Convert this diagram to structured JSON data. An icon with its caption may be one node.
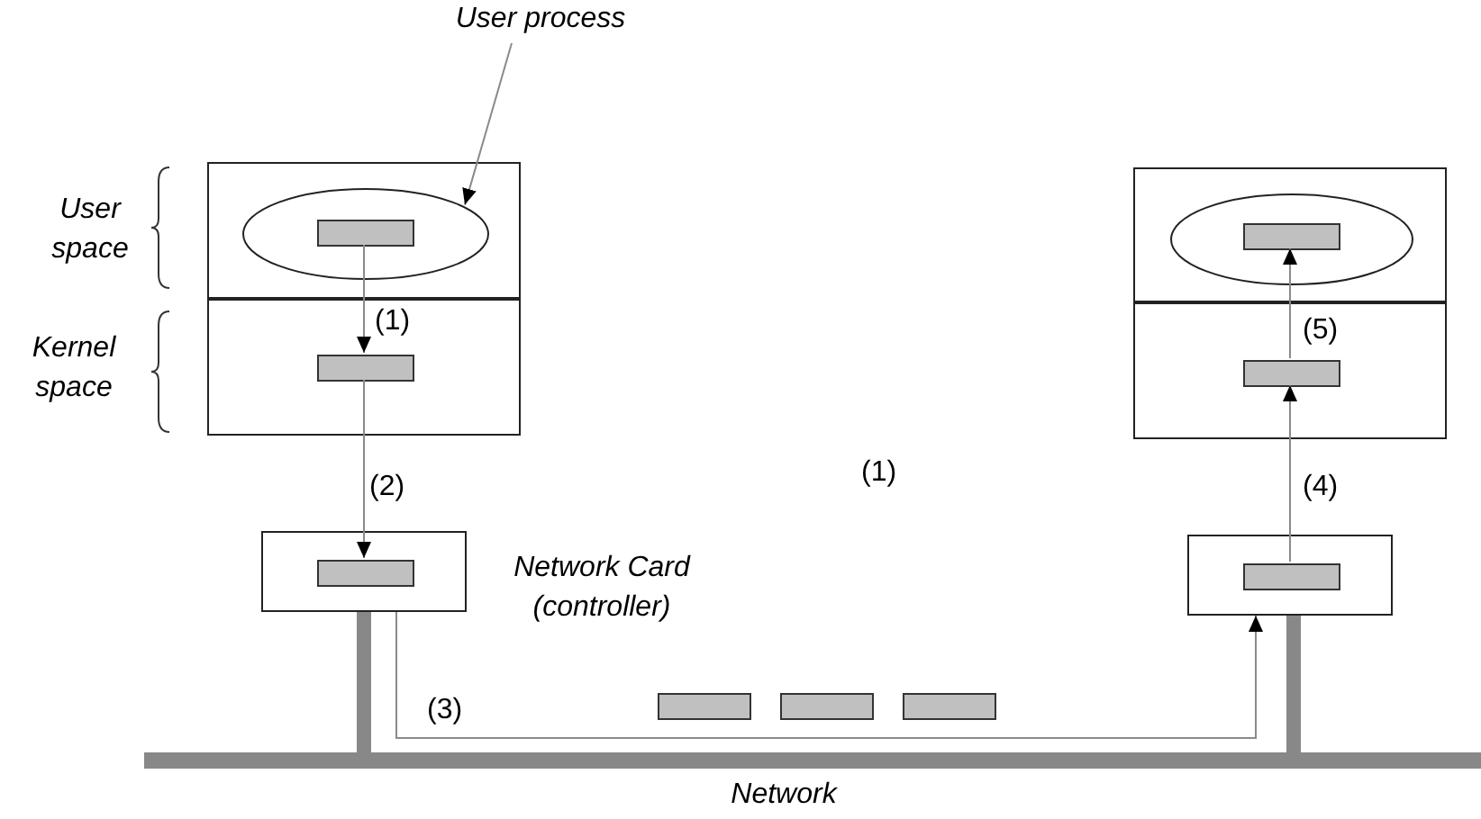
{
  "diagram": {
    "nodes": [
      {
        "text": [
          "User process"
        ]
      },
      {
        "text": [],
        "shape": "box",
        "beside": [
          "User space"
        ]
      },
      {
        "text": [],
        "shape": "ellipse",
        "in": 1
      },
      {
        "text": [],
        "shape": "bar",
        "in": 2
      },
      {
        "text": [],
        "shape": "box",
        "beside": [
          "Kernel space"
        ]
      },
      {
        "text": [],
        "shape": "bar",
        "in": 4
      },
      {
        "text": [],
        "shape": "box",
        "beside": [
          "Network Card (controller)"
        ]
      },
      {
        "text": [],
        "shape": "bar",
        "in": 6
      },
      {
        "text": [],
        "shape": "box"
      },
      {
        "text": [],
        "shape": "ellipse",
        "in": 8
      },
      {
        "text": [],
        "shape": "bar",
        "in": 9
      },
      {
        "text": [],
        "shape": "box"
      },
      {
        "text": [],
        "shape": "bar",
        "in": 11
      },
      {
        "text": [],
        "shape": "box"
      },
      {
        "text": [],
        "shape": "bar",
        "in": 13
      },
      {
        "text": [],
        "shape": "bar",
        "beside": [
          "Network"
        ]
      },
      {
        "text": [],
        "shape": "bar"
      },
      {
        "text": [],
        "shape": "bar"
      },
      {
        "text": [],
        "shape": "bar"
      }
    ],
    "edges": [
      {
        "from": 0,
        "to": 2,
        "arrow": "to"
      },
      {
        "from": 3,
        "to": 5,
        "arrow": "to",
        "label": "(1)"
      },
      {
        "from": 5,
        "to": 7,
        "arrow": "to",
        "label": "(2)"
      },
      {
        "from": 6,
        "to": 13,
        "arrow": "to",
        "label": "(3)"
      },
      {
        "from": 14,
        "to": 12,
        "arrow": "to",
        "label": "(4)"
      },
      {
        "from": 12,
        "to": 10,
        "arrow": "to",
        "label": "(5)"
      },
      {
        "from": 6,
        "to": 15,
        "arrow": "none",
        "style": "thick",
        "color": "#888888"
      },
      {
        "from": 13,
        "to": 15,
        "arrow": "none",
        "style": "thick",
        "color": "#888888"
      }
    ],
    "labels": [
      "(1)"
    ]
  }
}
